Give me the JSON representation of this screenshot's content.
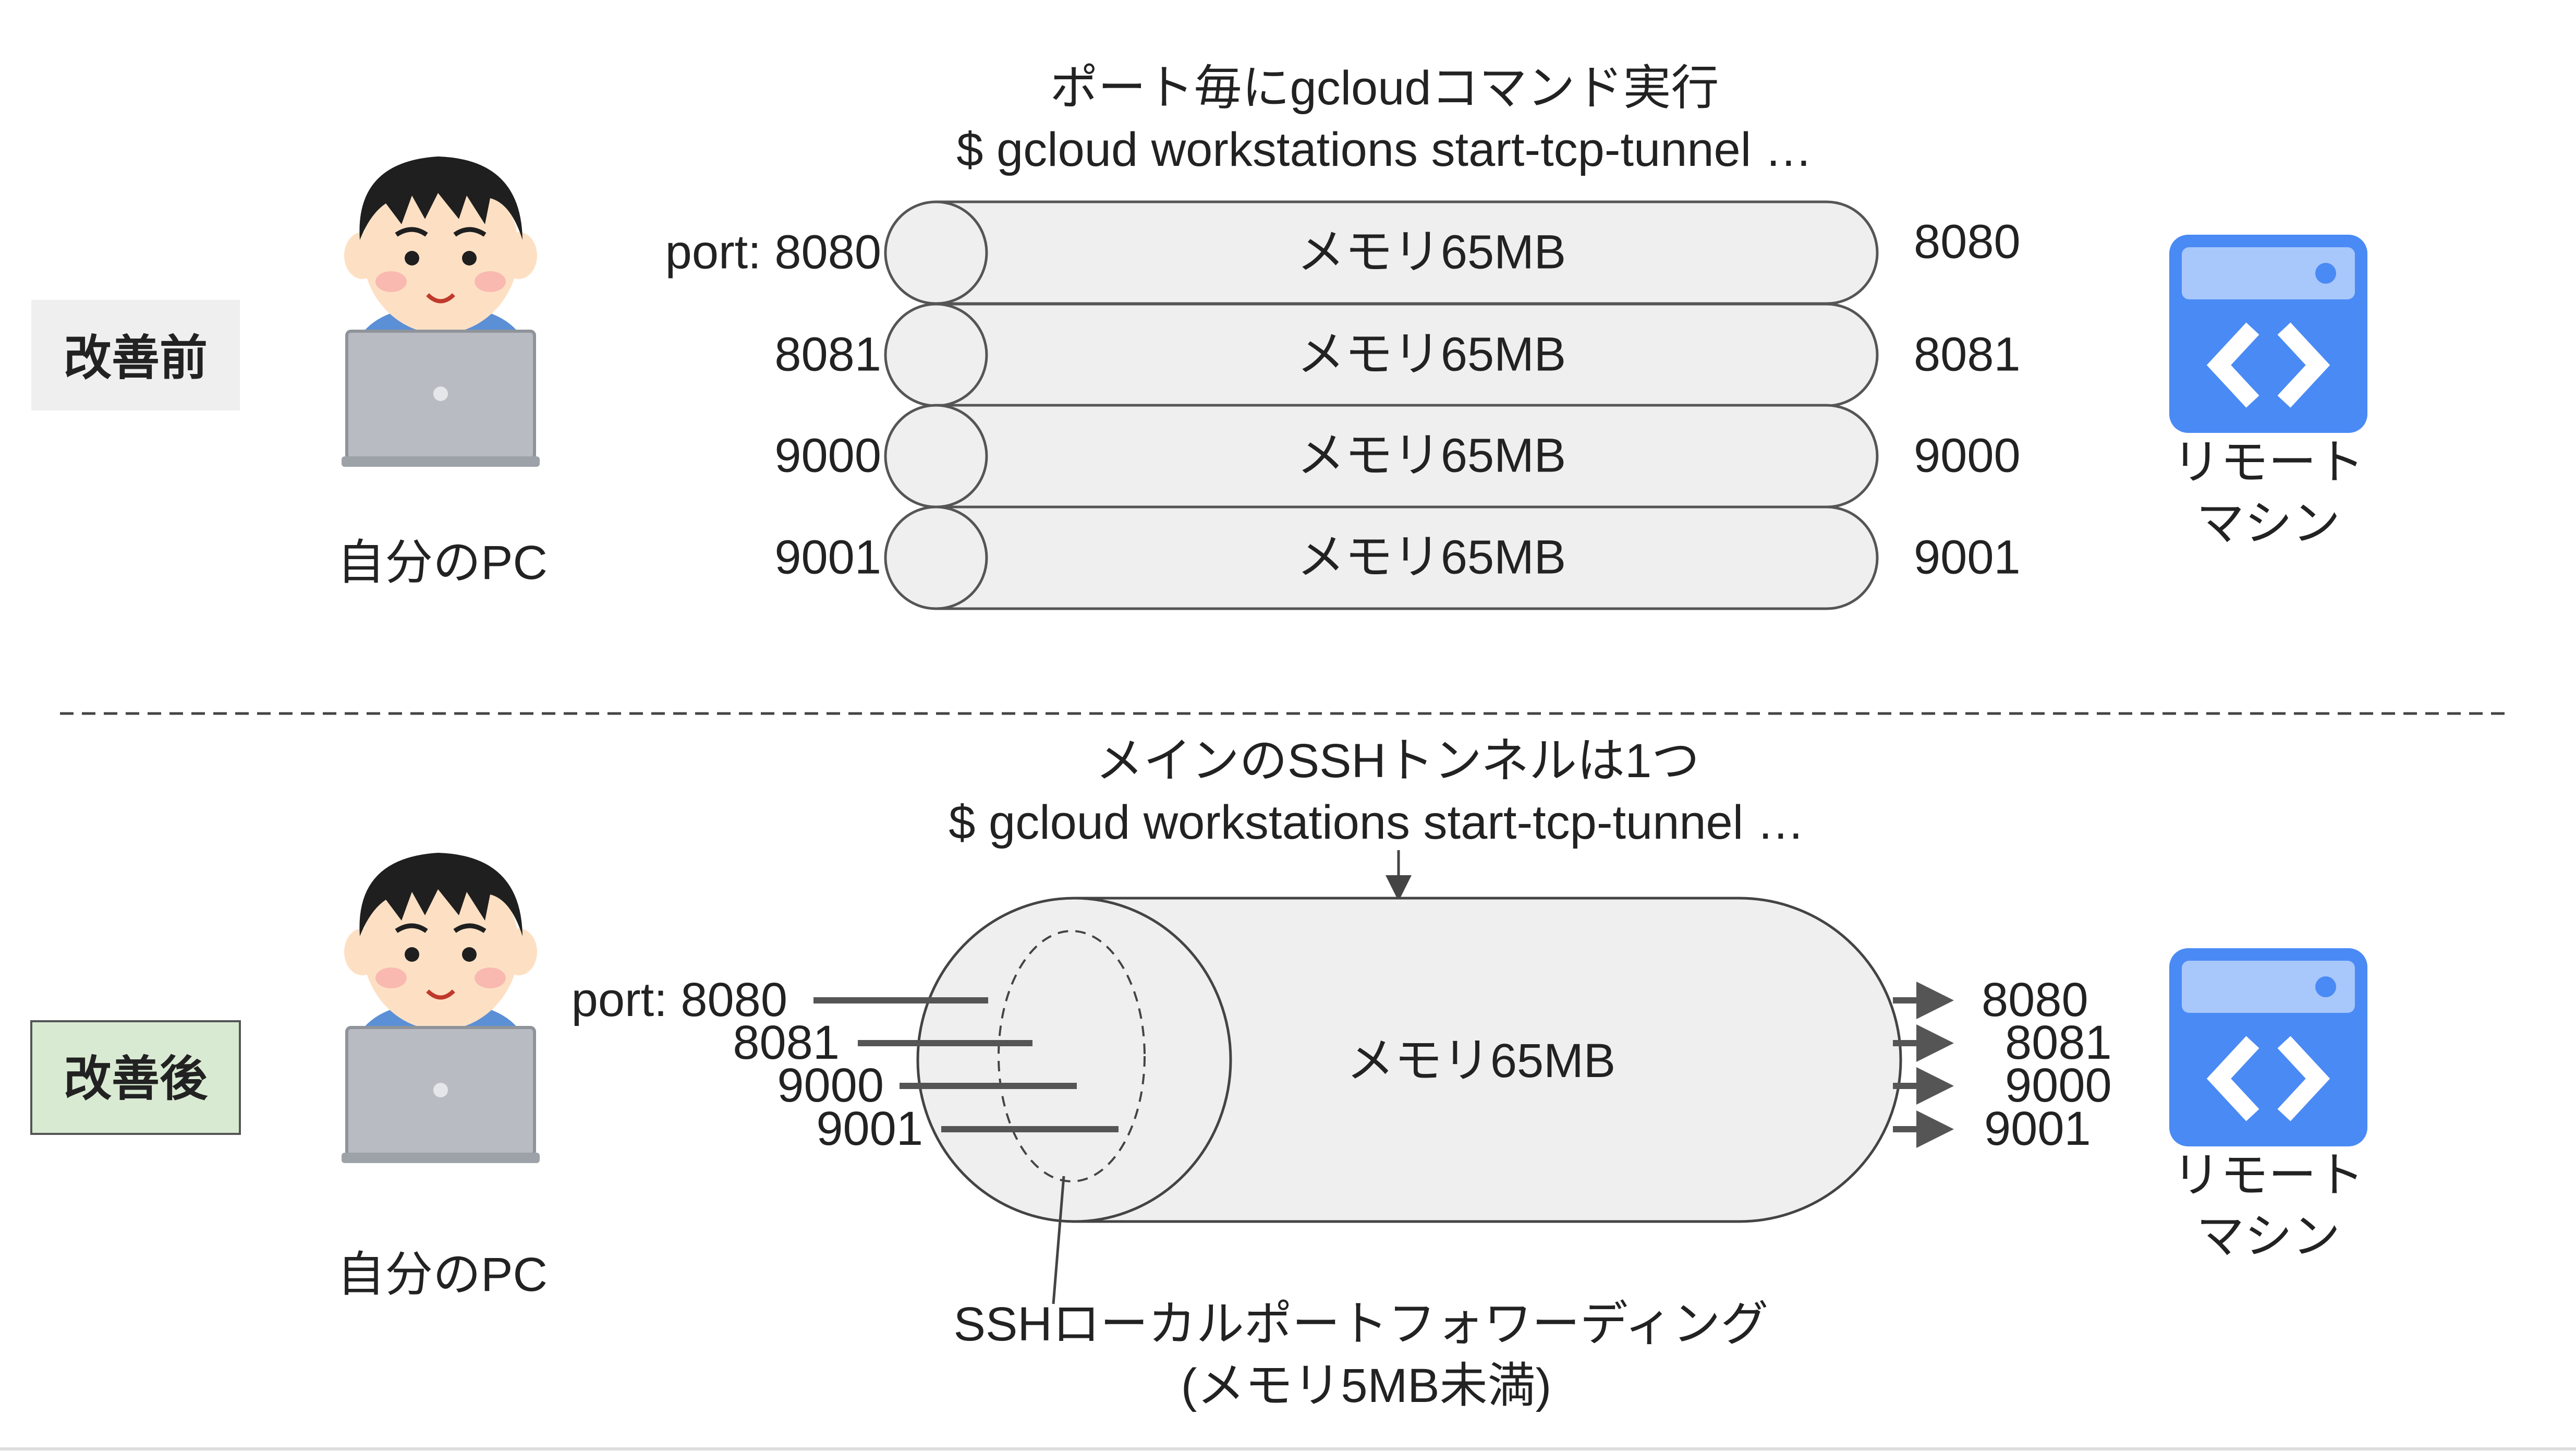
{
  "before": {
    "badge": "改善前",
    "pc_label": "自分のPC",
    "heading_line1": "ポート毎にgcloudコマンド実行",
    "heading_line2": "$ gcloud workstations start-tcp-tunnel …",
    "tunnels": [
      {
        "local": "port: 8080",
        "memory": "メモリ65MB",
        "remote": "8080"
      },
      {
        "local": "8081",
        "memory": "メモリ65MB",
        "remote": "8081"
      },
      {
        "local": "9000",
        "memory": "メモリ65MB",
        "remote": "9000"
      },
      {
        "local": "9001",
        "memory": "メモリ65MB",
        "remote": "9001"
      }
    ],
    "remote_label_line1": "リモート",
    "remote_label_line2": "マシン"
  },
  "after": {
    "badge": "改善後",
    "pc_label": "自分のPC",
    "heading_line1": "メインのSSHトンネルは1つ",
    "heading_line2": "$ gcloud workstations start-tcp-tunnel …",
    "tunnel_memory": "メモリ65MB",
    "local_ports": [
      "port: 8080",
      "8081",
      "9000",
      "9001"
    ],
    "remote_ports": [
      "8080",
      "8081",
      "9000",
      "9001"
    ],
    "forward_line1": "SSHローカルポートフォワーディング",
    "forward_line2": "(メモリ5MB未満)",
    "remote_label_line1": "リモート",
    "remote_label_line2": "マシン"
  },
  "colors": {
    "badge_before_bg": "#efefef",
    "badge_after_bg": "#d9ead3",
    "tunnel_fill": "#efefef",
    "remote_icon_blue": "#4a8af4",
    "remote_icon_light": "#a8c7fa",
    "shirt_blue": "#5b8fd6",
    "laptop_gray": "#b8bcc2",
    "hair": "#1f1f1f",
    "skin": "#fde0c4"
  },
  "icons": {
    "person": "person-with-laptop-icon",
    "remote": "remote-machine-code-icon"
  }
}
